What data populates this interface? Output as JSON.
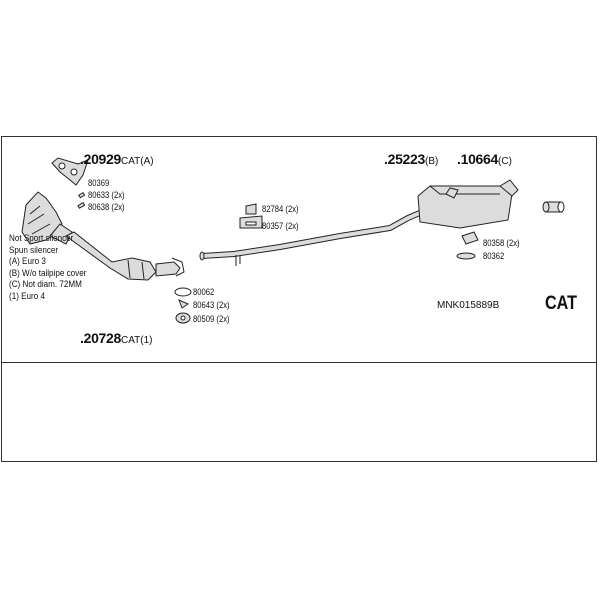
{
  "assemblies": [
    {
      "number": ".20929",
      "suffix": "CAT(A)"
    },
    {
      "number": ".20728",
      "suffix": "CAT(1)"
    },
    {
      "number": ".25223",
      "suffix": "(B)"
    },
    {
      "number": ".10664",
      "suffix": "(C)"
    }
  ],
  "parts": [
    "80369",
    "80633 (2x)",
    "80638 (2x)",
    "82784 (2x)",
    "80357 (2x)",
    "80062",
    "80643 (2x)",
    "80509 (2x)",
    "80358 (2x)",
    "80362"
  ],
  "notes": [
    "Not Sport silencer",
    "Spun silencer",
    "(A) Euro 3",
    "(B) W/o tailpipe cover",
    "(C) Not diam. 72MM",
    "(1) Euro 4"
  ],
  "reference": "MNK015889B",
  "kit_type": "CAT",
  "colors": {
    "line": "#222222",
    "part_fill": "#d9d9d9",
    "border": "#333333"
  }
}
